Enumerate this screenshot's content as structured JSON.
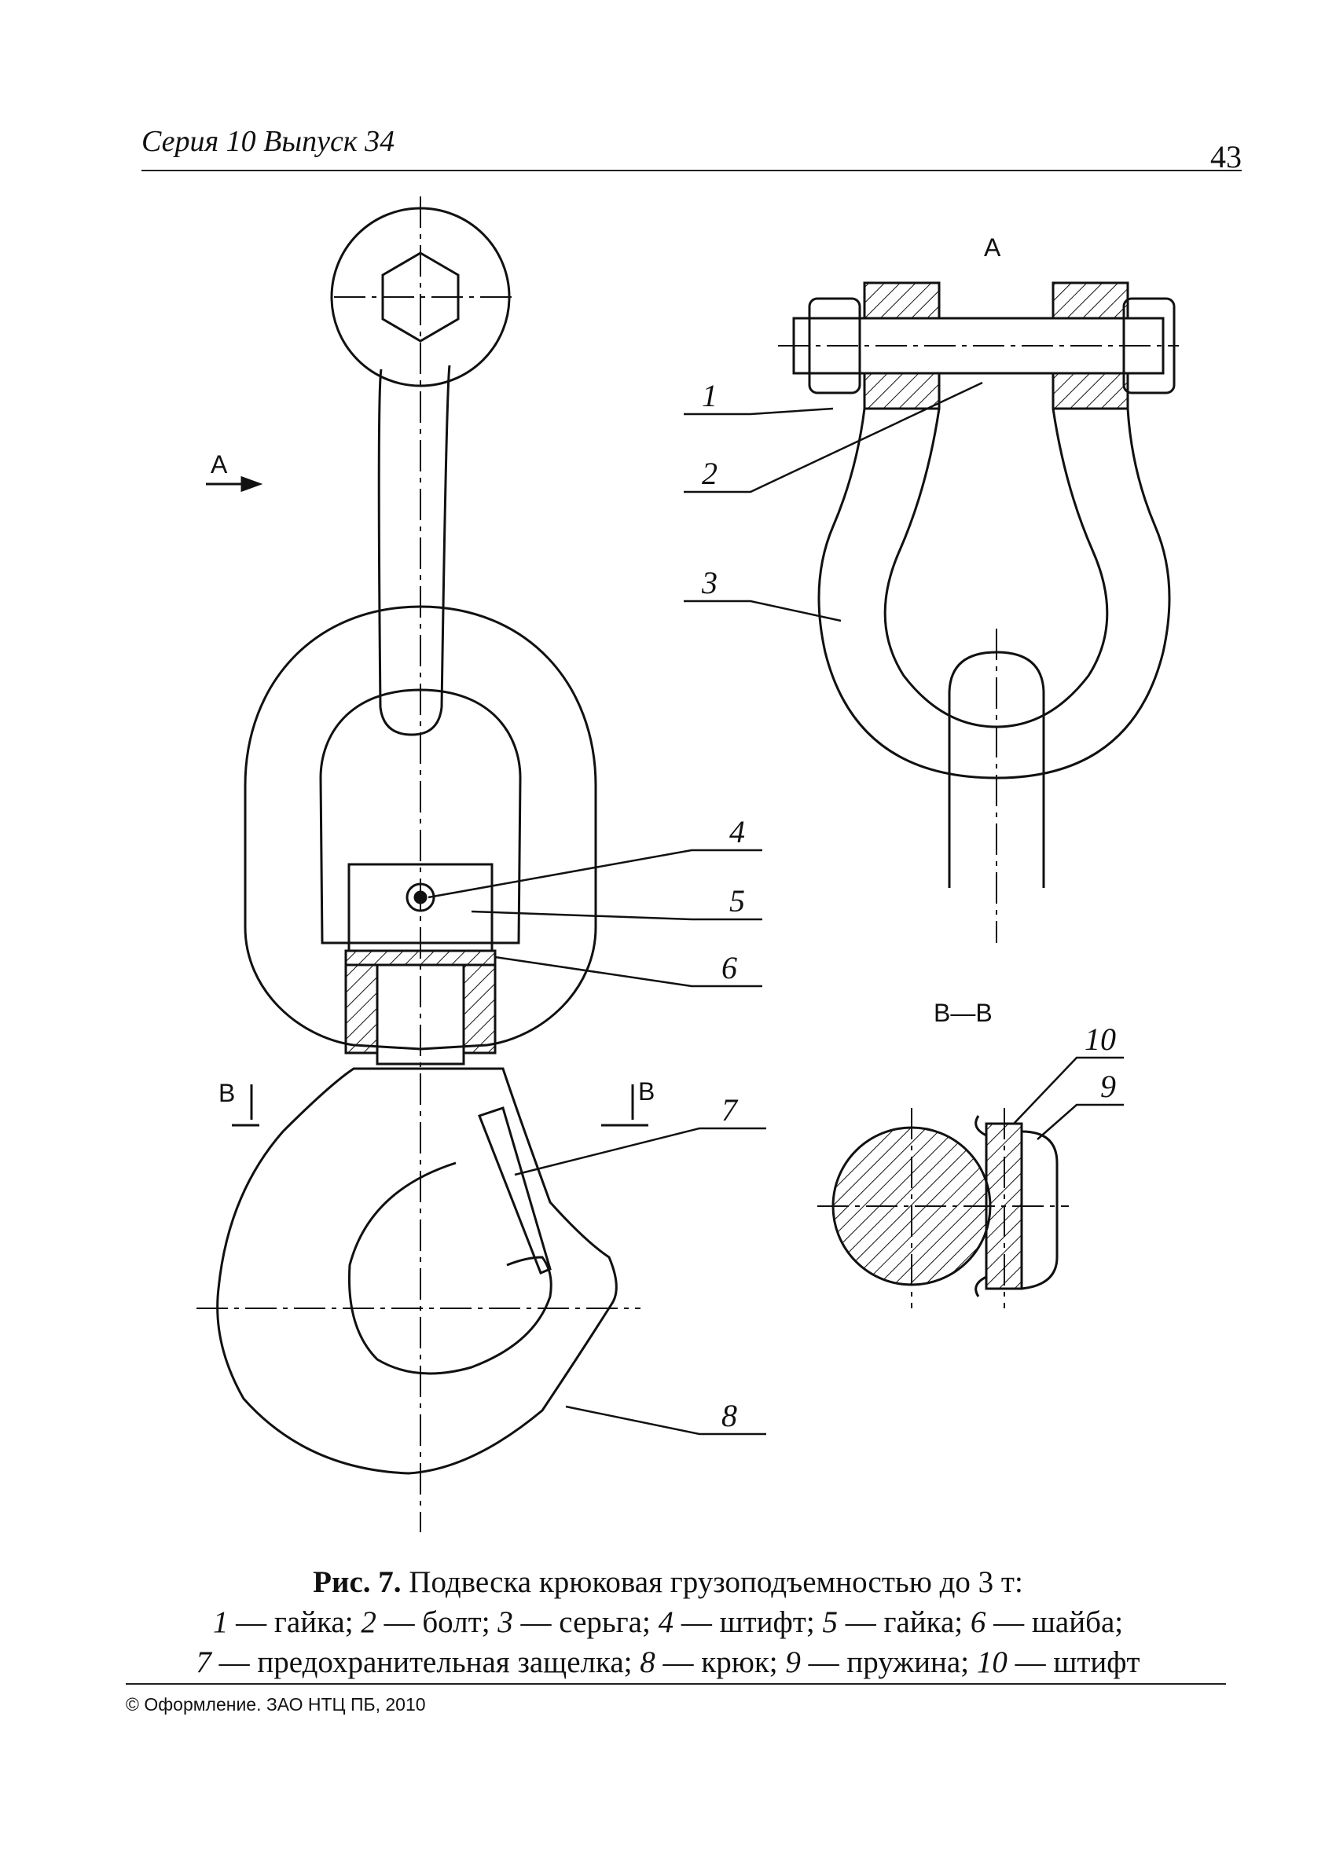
{
  "header": {
    "series": "Серия 10 Выпуск 34",
    "page_number": "43"
  },
  "figure": {
    "view_a_label": "А",
    "view_a_arrow_label": "А",
    "section_label": "В—В",
    "section_mark_left": "В",
    "section_mark_right": "В",
    "callouts": [
      "1",
      "2",
      "3",
      "4",
      "5",
      "6",
      "7",
      "8",
      "9",
      "10"
    ]
  },
  "caption": {
    "fig_label": "Рис. 7.",
    "title": "Подвеска крюковая грузоподъемностью до 3 т:",
    "items": [
      {
        "num": "1",
        "text": "гайка"
      },
      {
        "num": "2",
        "text": "болт"
      },
      {
        "num": "3",
        "text": "серьга"
      },
      {
        "num": "4",
        "text": "штифт"
      },
      {
        "num": "5",
        "text": "гайка"
      },
      {
        "num": "6",
        "text": "шайба"
      },
      {
        "num": "7",
        "text": "предохранительная защелка"
      },
      {
        "num": "8",
        "text": "крюк"
      },
      {
        "num": "9",
        "text": "пружина"
      },
      {
        "num": "10",
        "text": "штифт"
      }
    ]
  },
  "footer": {
    "copyright": "© Оформление. ЗАО НТЦ ПБ, 2010"
  }
}
